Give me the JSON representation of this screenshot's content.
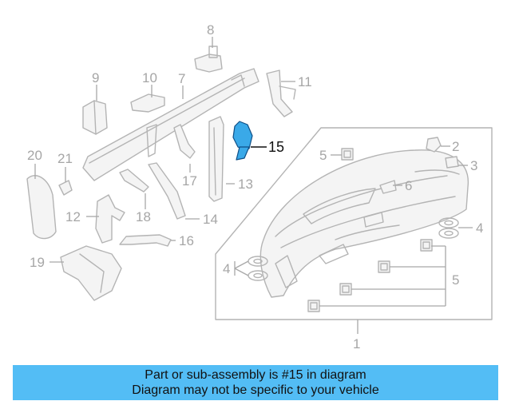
{
  "diagram": {
    "callouts": {
      "n1": "1",
      "n2": "2",
      "n3": "3",
      "n4a": "4",
      "n4b": "4",
      "n5a": "5",
      "n5b": "5",
      "n6": "6",
      "n7": "7",
      "n8": "8",
      "n9": "9",
      "n10": "10",
      "n11": "11",
      "n12": "12",
      "n13": "13",
      "n14": "14",
      "n15": "15",
      "n16": "16",
      "n17": "17",
      "n18": "18",
      "n19": "19",
      "n20": "20",
      "n21": "21"
    },
    "highlight_part": "15"
  },
  "banner": {
    "line1": "Part or sub-assembly is #15 in diagram",
    "line2": "Diagram may not be specific to your vehicle"
  },
  "colors": {
    "banner_bg": "#53bdf5",
    "highlight_fill": "#3aa9e8",
    "line_gray": "#b4b4b4"
  }
}
